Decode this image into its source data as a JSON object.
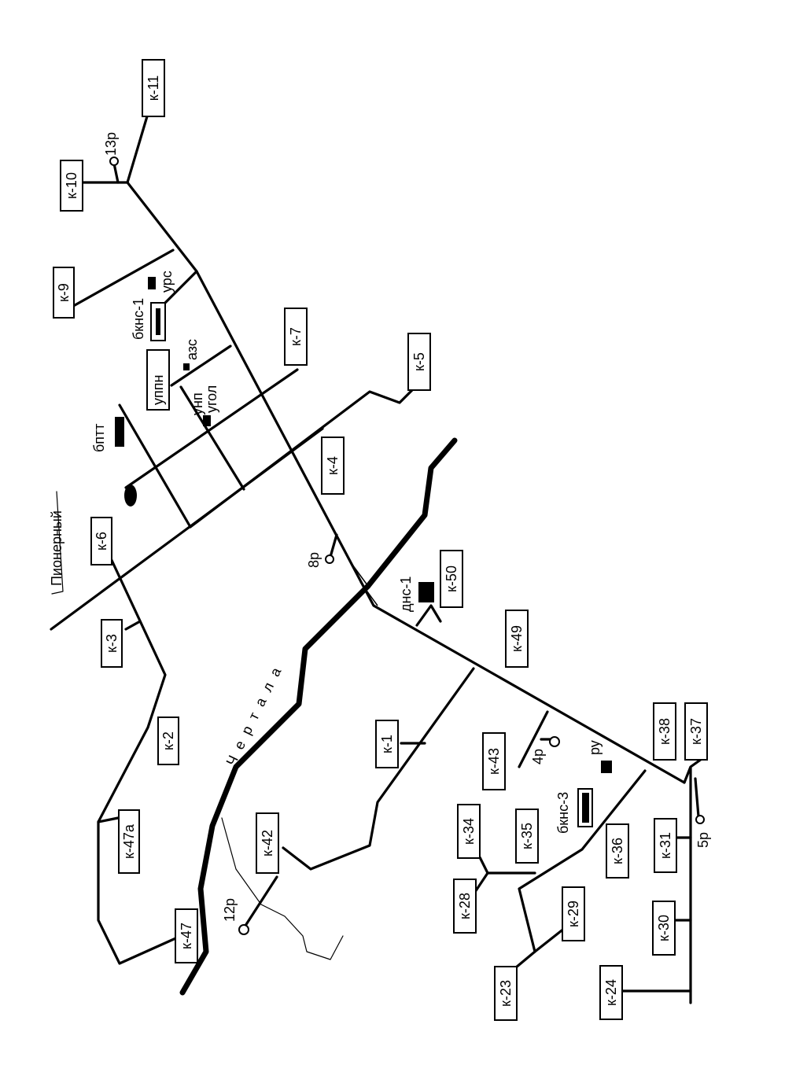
{
  "map": {
    "settlement": "Пионерный",
    "river": "Чертала",
    "wells": [
      "к-11",
      "к-10",
      "к-9",
      "к-7",
      "к-5",
      "к-4",
      "к-6",
      "к-3",
      "к-2",
      "к-47а",
      "к-47",
      "к-42",
      "к-1",
      "к-50",
      "к-49",
      "к-43",
      "к-38",
      "к-37",
      "к-34",
      "к-35",
      "к-36",
      "к-31",
      "к-28",
      "к-29",
      "к-30",
      "к-23",
      "к-24"
    ],
    "facilities": {
      "urs": "урс",
      "bkns1": "бкнс-1",
      "uppn": "уппн",
      "azs": "азс",
      "unp": "унп",
      "ugol": "угол",
      "bptt": "бптт",
      "dns1": "днс-1",
      "ru": "ру",
      "bkns3": "бкнс-3"
    },
    "points": {
      "p13": "13р",
      "p8": "8р",
      "p4": "4р",
      "p5": "5р",
      "p12": "12р"
    }
  }
}
